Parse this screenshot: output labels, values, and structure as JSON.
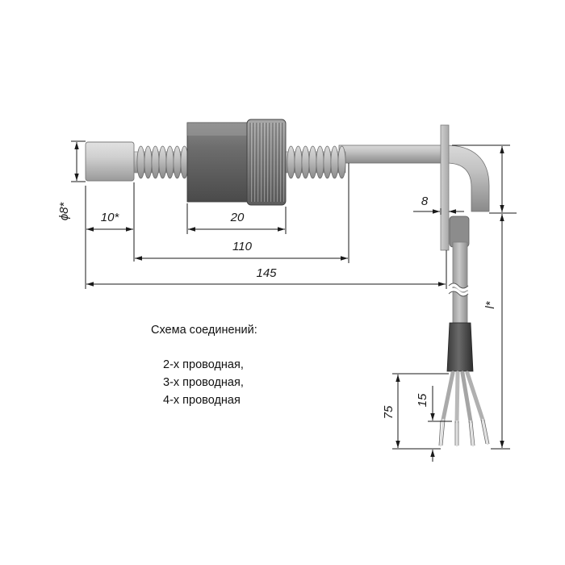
{
  "dimensions": {
    "diameter": "ϕ8*",
    "tip_length": "10*",
    "nut_width": "20",
    "thread_span": "110",
    "total_length": "145",
    "sheath_offset": "8",
    "cable_length": "l*",
    "lead_length": "75",
    "strip_length": "15"
  },
  "caption": {
    "title": "Схема соединений:",
    "options": [
      "2-х проводная,",
      "3-х проводная,",
      "4-х проводная"
    ]
  }
}
